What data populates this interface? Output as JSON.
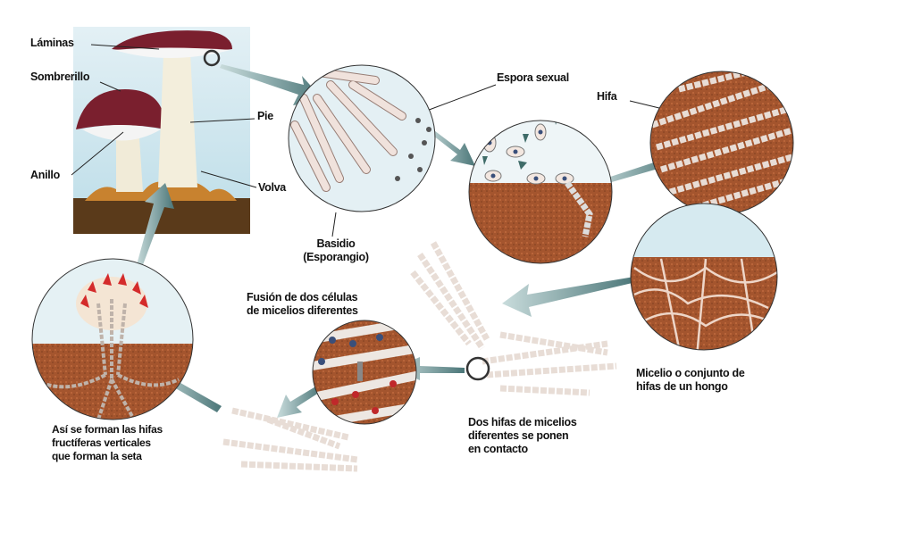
{
  "labels": {
    "laminas": "Láminas",
    "sombrerillo": "Sombrerillo",
    "anillo": "Anillo",
    "pie": "Pie",
    "volva": "Volva",
    "basidio_1": "Basidio",
    "basidio_2": "(Esporangio)",
    "espora_sexual": "Espora sexual",
    "hifa": "Hifa",
    "micelio_1": "Micelio o conjunto de",
    "micelio_2": "hifas de un  hongo",
    "fusion_1": "Fusión de dos células",
    "fusion_2": "de micelios diferentes",
    "dos_hifas_1": "Dos hifas de micelios",
    "dos_hifas_2": "diferentes se ponen",
    "dos_hifas_3": "en contacto",
    "asi_1": "Así se forman las hifas",
    "asi_2": "fructíferas verticales",
    "asi_3": "que forman la seta"
  },
  "colors": {
    "cap": "#7a1f2e",
    "soil": "#a0522d",
    "sky": "#cfe6ee",
    "arrow": "#5b8586",
    "hypha": "#e8ddd6",
    "nucleus_blue": "#3a4f7a",
    "nucleus_red": "#c0282a"
  }
}
